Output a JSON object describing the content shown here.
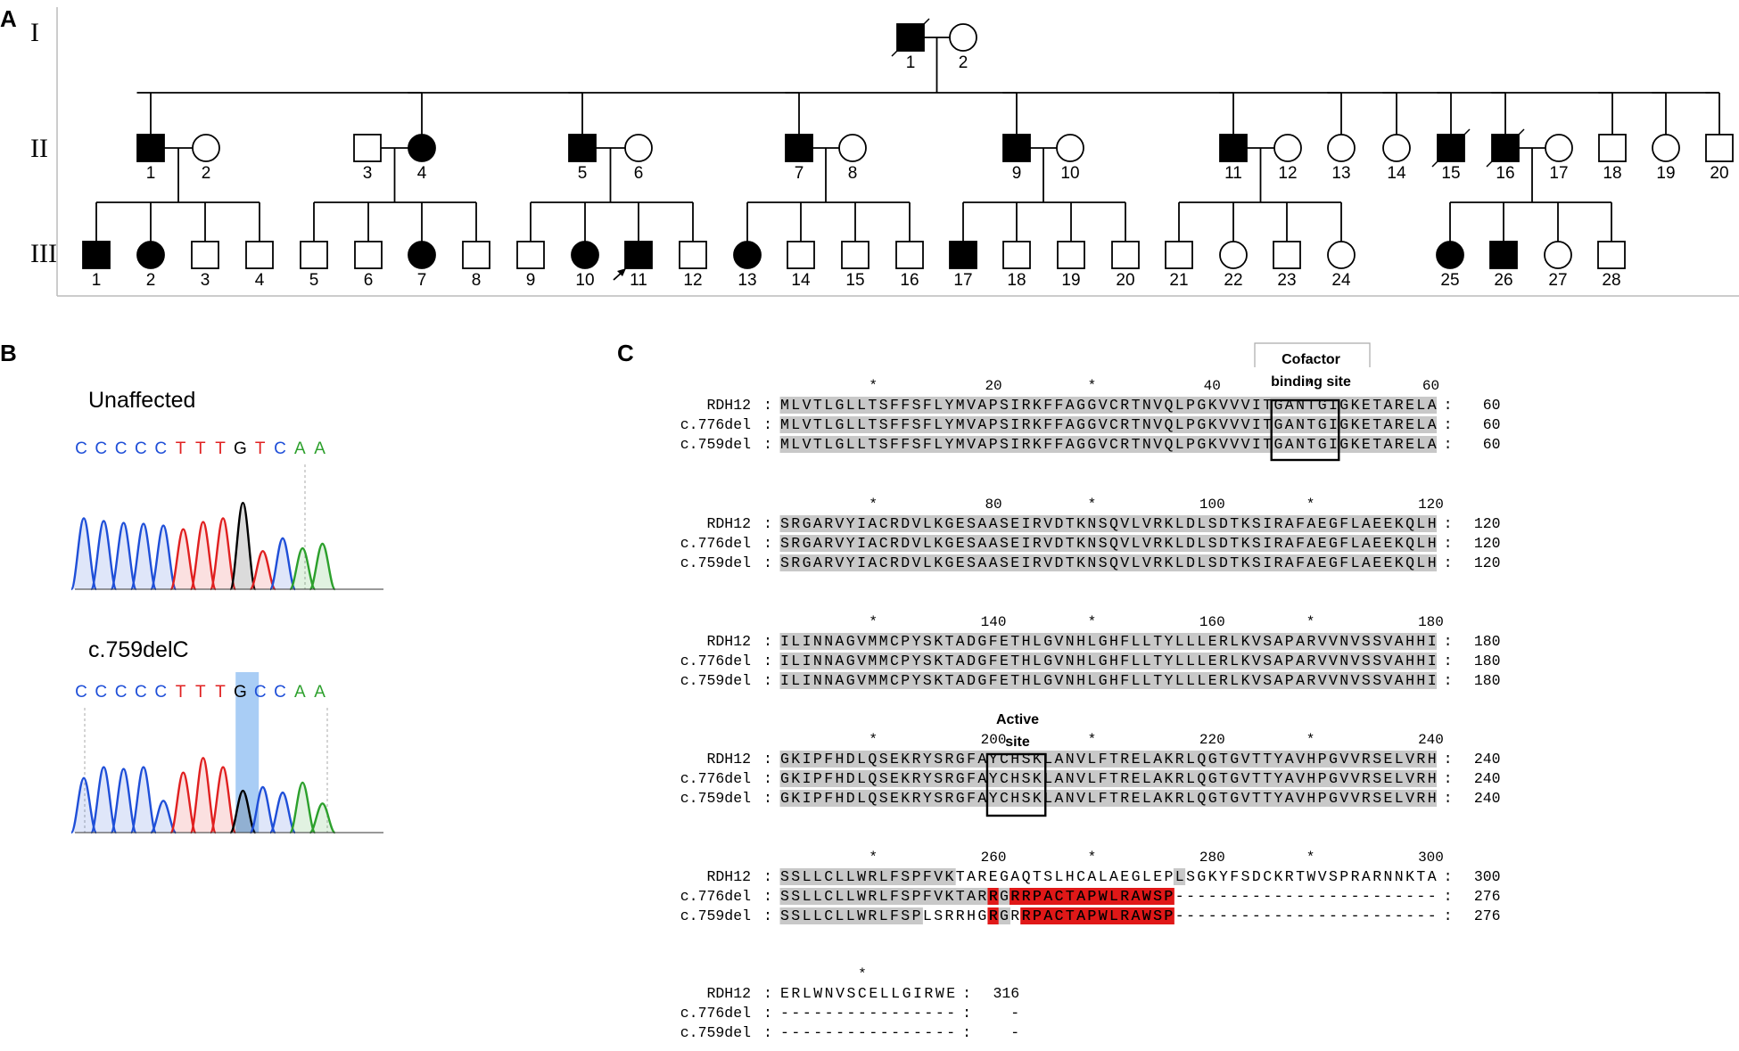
{
  "panel_labels": [
    "A",
    "B",
    "C"
  ],
  "pedigree": {
    "generations": [
      "I",
      "II",
      "III"
    ],
    "gen1": [
      {
        "id": "1",
        "sex": "M",
        "affected": true,
        "deceased": true
      },
      {
        "id": "2",
        "sex": "F",
        "affected": false,
        "deceased": false
      }
    ],
    "gen2": [
      {
        "id": "1",
        "sex": "M",
        "affected": true,
        "deceased": false
      },
      {
        "id": "2",
        "sex": "F",
        "affected": false,
        "deceased": false
      },
      {
        "id": "3",
        "sex": "M",
        "affected": false,
        "deceased": false
      },
      {
        "id": "4",
        "sex": "F",
        "affected": true,
        "deceased": false
      },
      {
        "id": "5",
        "sex": "M",
        "affected": true,
        "deceased": false
      },
      {
        "id": "6",
        "sex": "F",
        "affected": false,
        "deceased": false
      },
      {
        "id": "7",
        "sex": "M",
        "affected": true,
        "deceased": false
      },
      {
        "id": "8",
        "sex": "F",
        "affected": false,
        "deceased": false
      },
      {
        "id": "9",
        "sex": "M",
        "affected": true,
        "deceased": false
      },
      {
        "id": "10",
        "sex": "F",
        "affected": false,
        "deceased": false
      },
      {
        "id": "11",
        "sex": "M",
        "affected": true,
        "deceased": false
      },
      {
        "id": "12",
        "sex": "F",
        "affected": false,
        "deceased": false
      },
      {
        "id": "13",
        "sex": "F",
        "affected": false,
        "deceased": false
      },
      {
        "id": "14",
        "sex": "F",
        "affected": false,
        "deceased": false
      },
      {
        "id": "15",
        "sex": "M",
        "affected": true,
        "deceased": true
      },
      {
        "id": "16",
        "sex": "M",
        "affected": true,
        "deceased": true
      },
      {
        "id": "17",
        "sex": "F",
        "affected": false,
        "deceased": false
      },
      {
        "id": "18",
        "sex": "M",
        "affected": false,
        "deceased": false
      },
      {
        "id": "19",
        "sex": "F",
        "affected": false,
        "deceased": false
      },
      {
        "id": "20",
        "sex": "M",
        "affected": false,
        "deceased": false
      }
    ],
    "gen3": [
      {
        "id": "1",
        "sex": "M",
        "affected": true
      },
      {
        "id": "2",
        "sex": "F",
        "affected": true
      },
      {
        "id": "3",
        "sex": "M",
        "affected": false
      },
      {
        "id": "4",
        "sex": "M",
        "affected": false
      },
      {
        "id": "5",
        "sex": "M",
        "affected": false
      },
      {
        "id": "6",
        "sex": "M",
        "affected": false
      },
      {
        "id": "7",
        "sex": "F",
        "affected": true
      },
      {
        "id": "8",
        "sex": "M",
        "affected": false
      },
      {
        "id": "9",
        "sex": "M",
        "affected": false
      },
      {
        "id": "10",
        "sex": "F",
        "affected": true
      },
      {
        "id": "11",
        "sex": "M",
        "affected": true,
        "proband": true
      },
      {
        "id": "12",
        "sex": "M",
        "affected": false
      },
      {
        "id": "13",
        "sex": "F",
        "affected": true
      },
      {
        "id": "14",
        "sex": "M",
        "affected": false
      },
      {
        "id": "15",
        "sex": "M",
        "affected": false
      },
      {
        "id": "16",
        "sex": "M",
        "affected": false
      },
      {
        "id": "17",
        "sex": "M",
        "affected": true
      },
      {
        "id": "18",
        "sex": "M",
        "affected": false
      },
      {
        "id": "19",
        "sex": "M",
        "affected": false
      },
      {
        "id": "20",
        "sex": "M",
        "affected": false
      },
      {
        "id": "21",
        "sex": "M",
        "affected": false
      },
      {
        "id": "22",
        "sex": "F",
        "affected": false
      },
      {
        "id": "23",
        "sex": "M",
        "affected": false
      },
      {
        "id": "24",
        "sex": "F",
        "affected": false
      },
      {
        "id": "25",
        "sex": "F",
        "affected": true
      },
      {
        "id": "26",
        "sex": "M",
        "affected": true
      },
      {
        "id": "27",
        "sex": "F",
        "affected": false
      },
      {
        "id": "28",
        "sex": "M",
        "affected": false
      }
    ]
  },
  "chromatograms": [
    {
      "title": "Unaffected",
      "bases": [
        "C",
        "C",
        "C",
        "C",
        "C",
        "T",
        "T",
        "T",
        "G",
        "T",
        "C",
        "A",
        "A"
      ],
      "highlight": null
    },
    {
      "title": "c.759delC",
      "bases": [
        "C",
        "C",
        "C",
        "C",
        "C",
        "T",
        "T",
        "T",
        "G",
        "C",
        "C",
        "A",
        "A"
      ],
      "highlight": 4
    }
  ],
  "base_colors": {
    "A": "#2ca02c",
    "C": "#1f4fd8",
    "G": "#000000",
    "T": "#e02020"
  },
  "alignment": {
    "cofactor_label": [
      "Cofactor",
      "binding site"
    ],
    "active_label": [
      "Active",
      "site"
    ],
    "blocks": [
      {
        "ruler": [
          "*",
          "20",
          "*",
          "40",
          "*",
          "60"
        ],
        "rows": [
          {
            "name": "RDH12",
            "seq": "MLVTLGLLTSFFSFLYMVAPSIRKFFAGGVCRTNVQLPGKVVVITGANTGIGKETARELA",
            "count": "60"
          },
          {
            "name": "c.776del",
            "seq": "MLVTLGLLTSFFSFLYMVAPSIRKFFAGGVCRTNVQLPGKVVVITGANTGIGKETARELA",
            "count": "60"
          },
          {
            "name": "c.759del",
            "seq": "MLVTLGLLTSFFSFLYMVAPSIRKFFAGGVCRTNVQLPGKVVVITGANTGIGKETARELA",
            "count": "60"
          }
        ]
      },
      {
        "ruler": [
          "*",
          "80",
          "*",
          "100",
          "*",
          "120"
        ],
        "rows": [
          {
            "name": "RDH12",
            "seq": "SRGARVYIACRDVLKGESAASEIRVDTKNSQVLVRKLDLSDTKSIRAFAEGFLAEEKQLH",
            "count": "120"
          },
          {
            "name": "c.776del",
            "seq": "SRGARVYIACRDVLKGESAASEIRVDTKNSQVLVRKLDLSDTKSIRAFAEGFLAEEKQLH",
            "count": "120"
          },
          {
            "name": "c.759del",
            "seq": "SRGARVYIACRDVLKGESAASEIRVDTKNSQVLVRKLDLSDTKSIRAFAEGFLAEEKQLH",
            "count": "120"
          }
        ]
      },
      {
        "ruler": [
          "*",
          "140",
          "*",
          "160",
          "*",
          "180"
        ],
        "rows": [
          {
            "name": "RDH12",
            "seq": "ILINNAGVMMCPYSKTADGFETHLGVNHLGHFLLTYLLLERLKVSAPARVVNVSSVAHHI",
            "count": "180"
          },
          {
            "name": "c.776del",
            "seq": "ILINNAGVMMCPYSKTADGFETHLGVNHLGHFLLTYLLLERLKVSAPARVVNVSSVAHHI",
            "count": "180"
          },
          {
            "name": "c.759del",
            "seq": "ILINNAGVMMCPYSKTADGFETHLGVNHLGHFLLTYLLLERLKVSAPARVVNVSSVAHHI",
            "count": "180"
          }
        ]
      },
      {
        "ruler": [
          "*",
          "200",
          "*",
          "220",
          "*",
          "240"
        ],
        "rows": [
          {
            "name": "RDH12",
            "seq": "GKIPFHDLQSEKRYSRGFAYCHSKLANVLFTRELAKRLQGTGVTTYAVHPGVVRSELVRH",
            "count": "240"
          },
          {
            "name": "c.776del",
            "seq": "GKIPFHDLQSEKRYSRGFAYCHSKLANVLFTRELAKRLQGTGVTTYAVHPGVVRSELVRH",
            "count": "240"
          },
          {
            "name": "c.759del",
            "seq": "GKIPFHDLQSEKRYSRGFAYCHSKLANVLFTRELAKRLQGTGVTTYAVHPGVVRSELVRH",
            "count": "240"
          }
        ]
      },
      {
        "ruler": [
          "*",
          "260",
          "*",
          "280",
          "*",
          "300"
        ],
        "rows": [
          {
            "name": "RDH12",
            "seq": "SSLLCLLWRLFSPFVKTAREGAQTSLHCALAEGLEPLSGKYFSDCKRTWVSPRARNNKTA",
            "count": "300"
          },
          {
            "name": "c.776del",
            "seq": "SSLLCLLWRLFSPFVKTARRGRRPACTAPWLRAWSP------------------------",
            "count": "276"
          },
          {
            "name": "c.759del",
            "seq": "SSLLCLLWRLFSPLSRRHGRGRRPACTAPWLRAWSP------------------------",
            "count": "276"
          }
        ]
      },
      {
        "ruler": [
          "*"
        ],
        "rows": [
          {
            "name": "RDH12",
            "seq": "ERLWNVSCELLGIRWE",
            "count": "316"
          },
          {
            "name": "c.776del",
            "seq": "----------------",
            "count": "-"
          },
          {
            "name": "c.759del",
            "seq": "----------------",
            "count": "-"
          }
        ]
      }
    ]
  }
}
